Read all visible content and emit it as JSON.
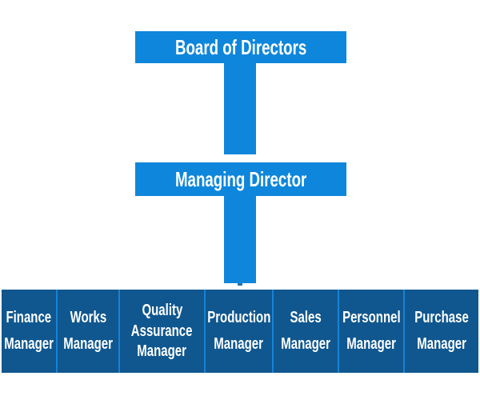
{
  "colors": {
    "primary": "#0e86db",
    "dark": "#10578f",
    "divider": "#1583d6",
    "tip": "#2173b4",
    "text": "#ffffff"
  },
  "org_chart": {
    "root": {
      "label": "Board of Directors"
    },
    "level2": {
      "label": "Managing Director"
    },
    "managers": [
      {
        "label": "Finance Manager",
        "lines": [
          "Finance",
          "Manager"
        ]
      },
      {
        "label": "Works Manager",
        "lines": [
          "Works",
          "Manager"
        ]
      },
      {
        "label": "Quality Assurance Manager",
        "lines": [
          "Quality",
          "Assurance",
          "Manager"
        ]
      },
      {
        "label": "Production Manager",
        "lines": [
          "Production",
          "Manager"
        ]
      },
      {
        "label": "Sales Manager",
        "lines": [
          "Sales",
          "Manager"
        ]
      },
      {
        "label": "Personnel Manager",
        "lines": [
          "Personnel",
          "Manager"
        ]
      },
      {
        "label": "Purchase Manager",
        "lines": [
          "Purchase",
          "Manager"
        ]
      }
    ]
  }
}
